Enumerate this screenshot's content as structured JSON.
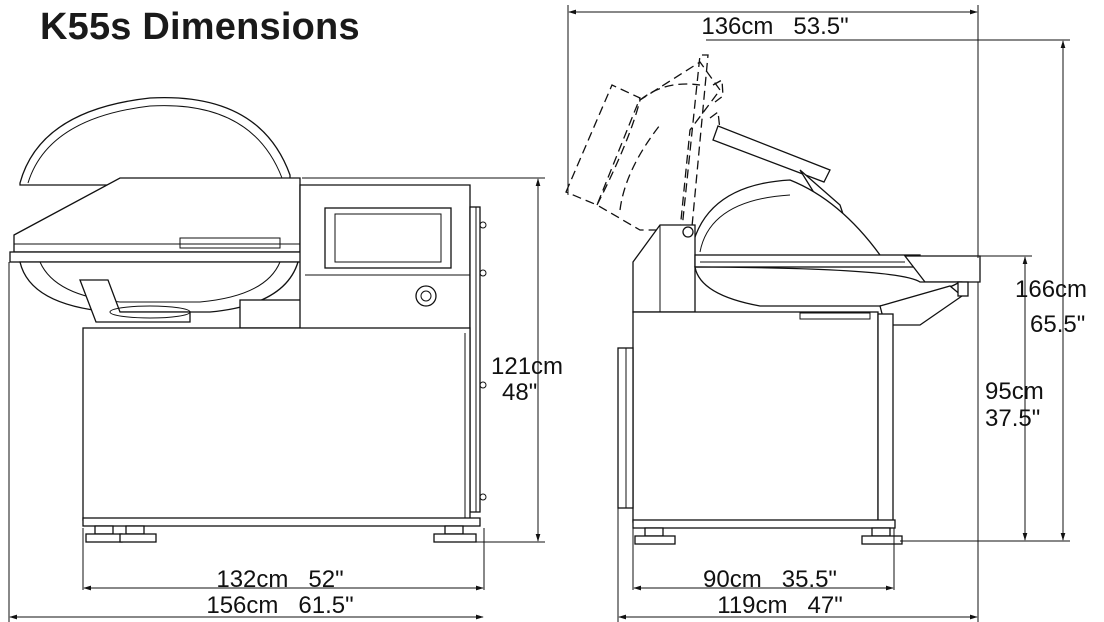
{
  "title": "K55s Dimensions",
  "dimensions": {
    "front_top_width": "132cm   52\"",
    "front_total_width": "156cm   61.5\"",
    "front_height_cm": "121cm",
    "front_height_in": "48\"",
    "side_open_width": "136cm   53.5\"",
    "side_open_height_cm": "166cm",
    "side_open_height_in": "65.5\"",
    "side_table_height_cm": "95cm",
    "side_table_height_in": "37.5\"",
    "side_base_width": "90cm   35.5\"",
    "side_total_width": "119cm   47\""
  }
}
